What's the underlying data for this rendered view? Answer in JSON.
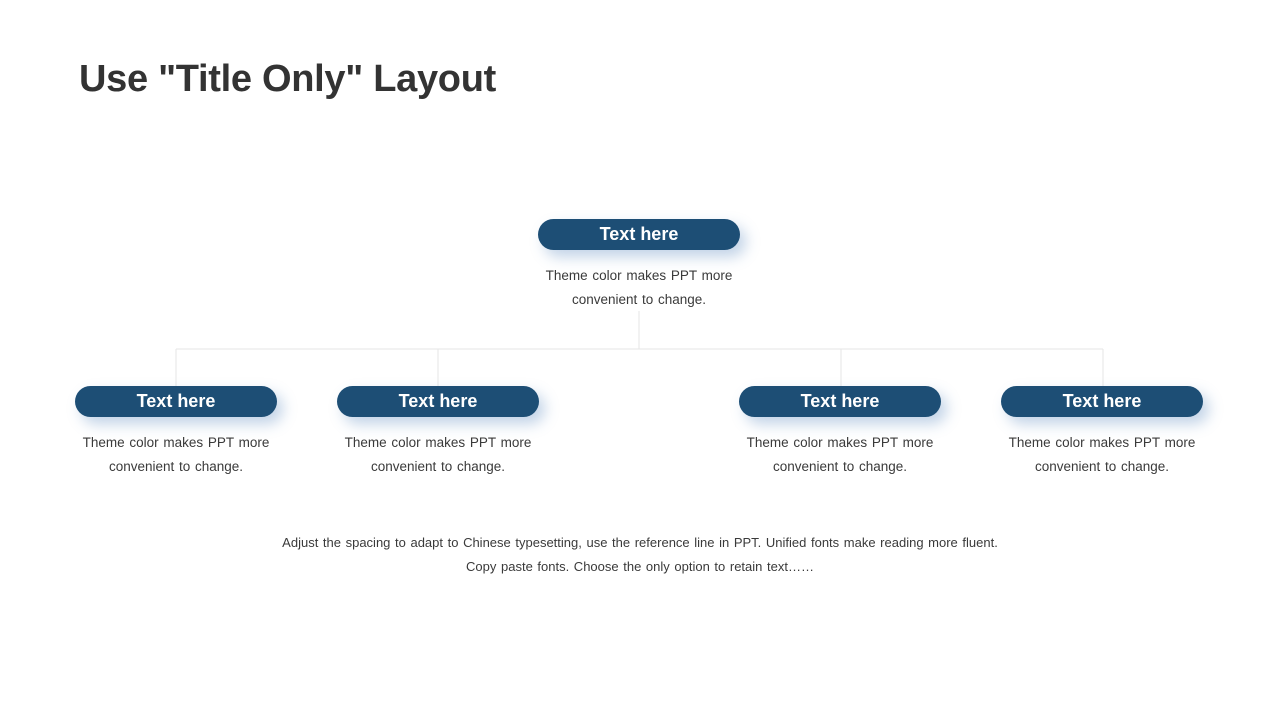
{
  "slide": {
    "title": "Use \"Title Only\" Layout",
    "root": {
      "label": "Text here",
      "description": "Theme color makes PPT more\nconvenient  to change."
    },
    "children": [
      {
        "label": "Text here",
        "description": "Theme color makes PPT more\nconvenient  to change."
      },
      {
        "label": "Text here",
        "description": "Theme color makes PPT more\nconvenient  to change."
      },
      {
        "label": "Text here",
        "description": "Theme color makes PPT more\nconvenient  to change."
      },
      {
        "label": "Text here",
        "description": "Theme color makes PPT more\nconvenient  to change."
      }
    ],
    "footer": "Adjust the spacing to adapt to Chinese typesetting, use the reference line in PPT. Unified fonts make reading more fluent.\nCopy paste fonts. Choose the only option to retain text……"
  },
  "colors": {
    "pill_fill": "#1d4e75",
    "connector_line": "#e6e6e6",
    "title_text": "#333333",
    "body_text": "#3a3a3a"
  }
}
